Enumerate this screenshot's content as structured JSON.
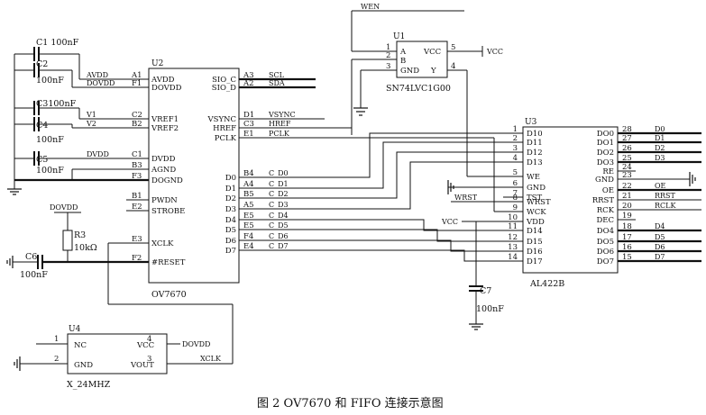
{
  "caption": "图 2   OV7670 和 FIFO 连接示意图",
  "u2": {
    "ref": "U2",
    "name": "OV7670",
    "left_pins": [
      {
        "num": "A1",
        "name": "AVDD",
        "net": "AVDD"
      },
      {
        "num": "F1",
        "name": "DOVDD",
        "net": "DOVDD"
      },
      {
        "num": "C2",
        "name": "VREF1",
        "net": "V1"
      },
      {
        "num": "B2",
        "name": "VREF2",
        "net": "V2"
      },
      {
        "num": "C1",
        "name": "DVDD",
        "net": "DVDD"
      },
      {
        "num": "B3",
        "name": "AGND",
        "net": ""
      },
      {
        "num": "F3",
        "name": "DOGND",
        "net": ""
      },
      {
        "num": "B1",
        "name": "PWDN",
        "net": ""
      },
      {
        "num": "E2",
        "name": "STROBE",
        "net": ""
      },
      {
        "num": "E3",
        "name": "XCLK",
        "net": ""
      },
      {
        "num": "F2",
        "name": "#RESET",
        "net": ""
      }
    ],
    "right_pins": [
      {
        "num": "A3",
        "name": "SIO_C",
        "net": "SCL"
      },
      {
        "num": "A2",
        "name": "SIO_D",
        "net": "SDA"
      },
      {
        "num": "D1",
        "name": "VSYNC",
        "net": "VSYNC"
      },
      {
        "num": "C3",
        "name": "HREF",
        "net": "HREF"
      },
      {
        "num": "E1",
        "name": "PCLK",
        "net": "PCLK"
      },
      {
        "num": "B4",
        "name": "D0",
        "net": "C_D0"
      },
      {
        "num": "A4",
        "name": "D1",
        "net": "C_D1"
      },
      {
        "num": "B5",
        "name": "D2",
        "net": "C_D2"
      },
      {
        "num": "A5",
        "name": "D3",
        "net": "C_D3"
      },
      {
        "num": "E5",
        "name": "D4",
        "net": "C_D4"
      },
      {
        "num": "E5",
        "name": "D5",
        "net": "C_D5"
      },
      {
        "num": "F4",
        "name": "D6",
        "net": "C_D6"
      },
      {
        "num": "E4",
        "name": "D7",
        "net": "C_D7"
      }
    ]
  },
  "u1": {
    "ref": "U1",
    "name": "SN74LVC1G00",
    "top_net": "WEN",
    "vcc_net": "VCC",
    "pins": [
      {
        "num": "1",
        "name": "A"
      },
      {
        "num": "2",
        "name": "B"
      },
      {
        "num": "3",
        "name": "GND"
      },
      {
        "num": "5",
        "name": "VCC"
      },
      {
        "num": "4",
        "name": "Y"
      }
    ]
  },
  "u3": {
    "ref": "U3",
    "name": "AL422B",
    "left_pins": [
      {
        "num": "1",
        "name": "D10"
      },
      {
        "num": "2",
        "name": "D11"
      },
      {
        "num": "3",
        "name": "D12"
      },
      {
        "num": "4",
        "name": "D13"
      },
      {
        "num": "5",
        "name": "WE"
      },
      {
        "num": "6",
        "name": "GND"
      },
      {
        "num": "7",
        "name": "TST"
      },
      {
        "num": "8",
        "name": "WRST"
      },
      {
        "num": "9",
        "name": "WCK"
      },
      {
        "num": "10",
        "name": "VDD"
      },
      {
        "num": "11",
        "name": "D14"
      },
      {
        "num": "12",
        "name": "D15"
      },
      {
        "num": "13",
        "name": "D16"
      },
      {
        "num": "14",
        "name": "D17"
      }
    ],
    "right_pins": [
      {
        "num": "28",
        "name": "DO0",
        "net": "D0"
      },
      {
        "num": "27",
        "name": "DO1",
        "net": "D1"
      },
      {
        "num": "26",
        "name": "DO2",
        "net": "D2"
      },
      {
        "num": "25",
        "name": "DO3",
        "net": "D3"
      },
      {
        "num": "24",
        "name": "RE",
        "net": ""
      },
      {
        "num": "23",
        "name": "GND",
        "net": ""
      },
      {
        "num": "22",
        "name": "OE",
        "net": "OE"
      },
      {
        "num": "21",
        "name": "RRST",
        "net": "RRST"
      },
      {
        "num": "20",
        "name": "RCK",
        "net": "RCLK"
      },
      {
        "num": "19",
        "name": "DEC",
        "net": ""
      },
      {
        "num": "18",
        "name": "DO4",
        "net": "D4"
      },
      {
        "num": "17",
        "name": "DO5",
        "net": "D5"
      },
      {
        "num": "16",
        "name": "DO6",
        "net": "D6"
      },
      {
        "num": "15",
        "name": "DO7",
        "net": "D7"
      }
    ],
    "wrst_net": "WRST",
    "vcc_net": "VCC"
  },
  "u4": {
    "ref": "U4",
    "name": "X_24MHZ",
    "pins": [
      {
        "num": "1",
        "name": "NC"
      },
      {
        "num": "2",
        "name": "GND"
      },
      {
        "num": "4",
        "name": "VCC",
        "net": "DOVDD"
      },
      {
        "num": "3",
        "name": "VOUT",
        "net": "XCLK"
      }
    ]
  },
  "passives": {
    "c1": {
      "ref": "C1",
      "value": "100nF"
    },
    "c2": {
      "ref": "C2",
      "value": "100nF"
    },
    "c3": {
      "ref": "C3",
      "value": "100nF"
    },
    "c4": {
      "ref": "C4",
      "value": "100nF"
    },
    "c5": {
      "ref": "C5",
      "value": "100nF"
    },
    "c6": {
      "ref": "C6",
      "value": "100nF"
    },
    "c7": {
      "ref": "C7",
      "value": "100nF"
    },
    "r3": {
      "ref": "R3",
      "value": "10kΩ",
      "net": "DOVDD"
    }
  }
}
